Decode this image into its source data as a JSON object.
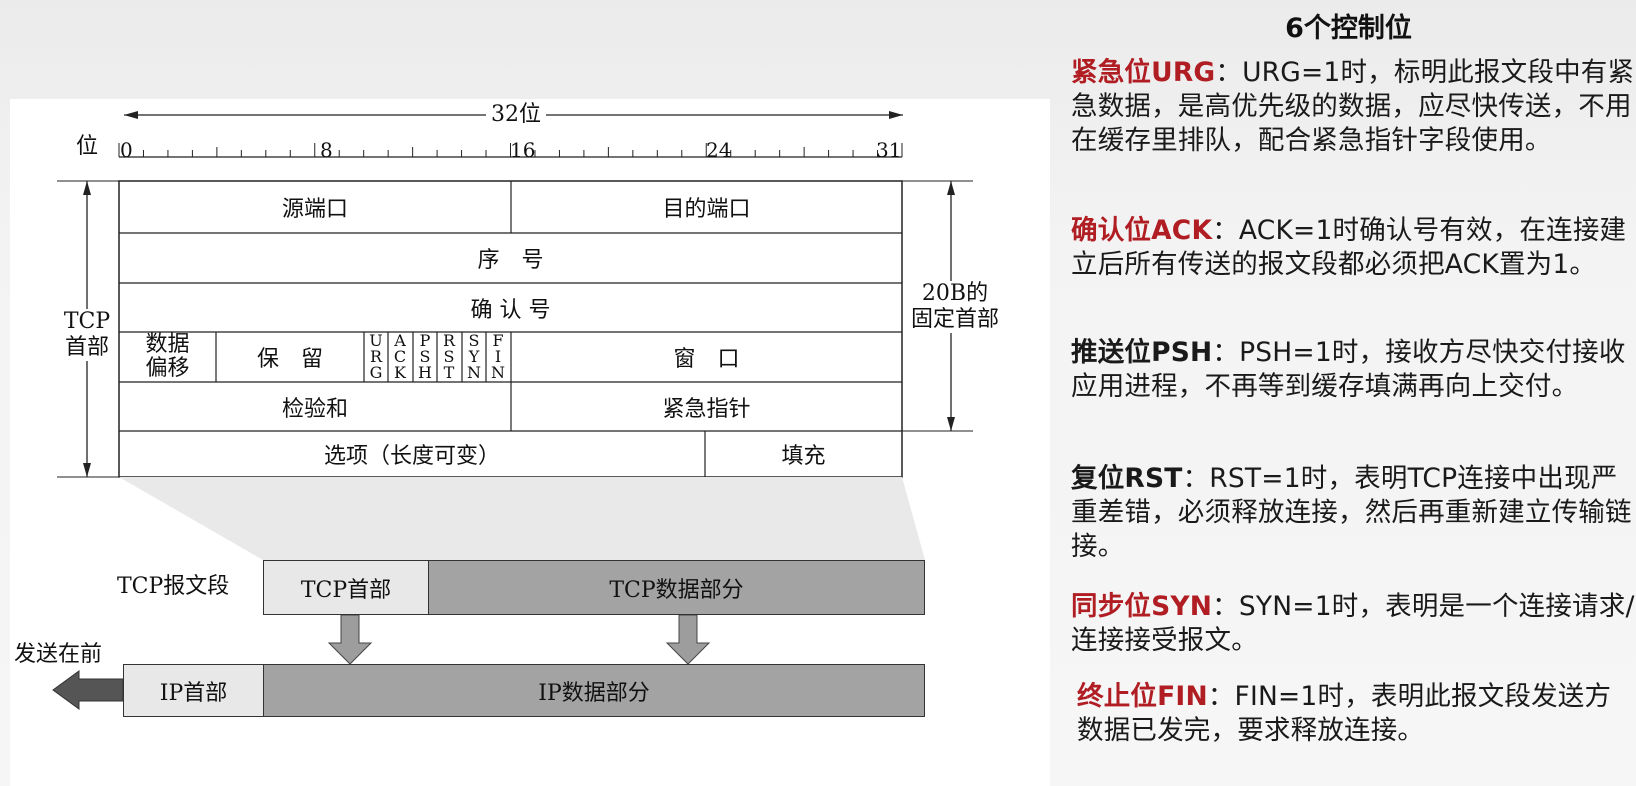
{
  "diagram": {
    "bits_label": "32位",
    "wei_label": "位",
    "tick_labels": [
      "0",
      "8",
      "16",
      "24",
      "31"
    ],
    "tcp_header_label": "TCP\n首部",
    "fixed_header_label": "20B的\n固定首部",
    "rows": {
      "src_port": "源端口",
      "dst_port": "目的端口",
      "seq": "序　号",
      "ack_num": "确 认 号",
      "offset": "数据\n偏移",
      "reserved": "保　留",
      "flags": [
        "URG",
        "ACK",
        "PSH",
        "RST",
        "SYN",
        "FIN"
      ],
      "window": "窗　口",
      "checksum": "检验和",
      "urgent_ptr": "紧急指针",
      "options": "选项（长度可变）",
      "padding": "填充"
    },
    "segment": {
      "label": "TCP报文段",
      "header": "TCP首部",
      "data": "TCP数据部分"
    },
    "ip": {
      "send_first": "发送在前",
      "header": "IP首部",
      "data": "IP数据部分"
    }
  },
  "panel": {
    "title": "6个控制位",
    "items": [
      {
        "name": "紧急位URG",
        "colon": "：",
        "desc": "URG=1时，标明此报文段中有紧急数据，是高优先级的数据，应尽快传送，不用在缓存里排队，配合紧急指针字段使用。",
        "red": true
      },
      {
        "name": "确认位ACK",
        "colon": "：",
        "desc": "ACK=1时确认号有效，在连接建立后所有传送的报文段都必须把ACK置为1。",
        "red": true
      },
      {
        "name": "推送位PSH",
        "colon": "：",
        "desc": "PSH=1时，接收方尽快交付接收应用进程，不再等到缓存填满再向上交付。",
        "red": false
      },
      {
        "name": "复位RST",
        "colon": "：",
        "desc": "RST=1时，表明TCP连接中出现严重差错，必须释放连接，然后再重新建立传输链接。",
        "red": false
      },
      {
        "name": "同步位SYN",
        "colon": "：",
        "desc": "SYN=1时，表明是一个连接请求/连接接受报文。",
        "red": true
      },
      {
        "name": "终止位FIN",
        "colon": "：",
        "desc": "FIN=1时，表明此报文段发送方数据已发完，要求释放连接。",
        "red": true
      }
    ]
  },
  "colors": {
    "red": "#b01e23",
    "gray_box": "#a3a3a3",
    "light_box": "#e8e8e8"
  }
}
